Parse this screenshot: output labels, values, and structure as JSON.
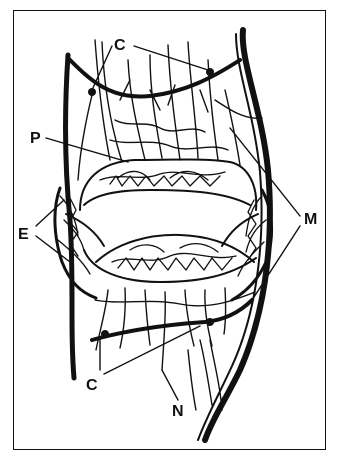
{
  "labels": {
    "c_top": "C",
    "p": "P",
    "e": "E",
    "m": "M",
    "c_bottom": "C",
    "n": "N"
  },
  "colors": {
    "ink": "#111111",
    "paper": "#ffffff"
  }
}
